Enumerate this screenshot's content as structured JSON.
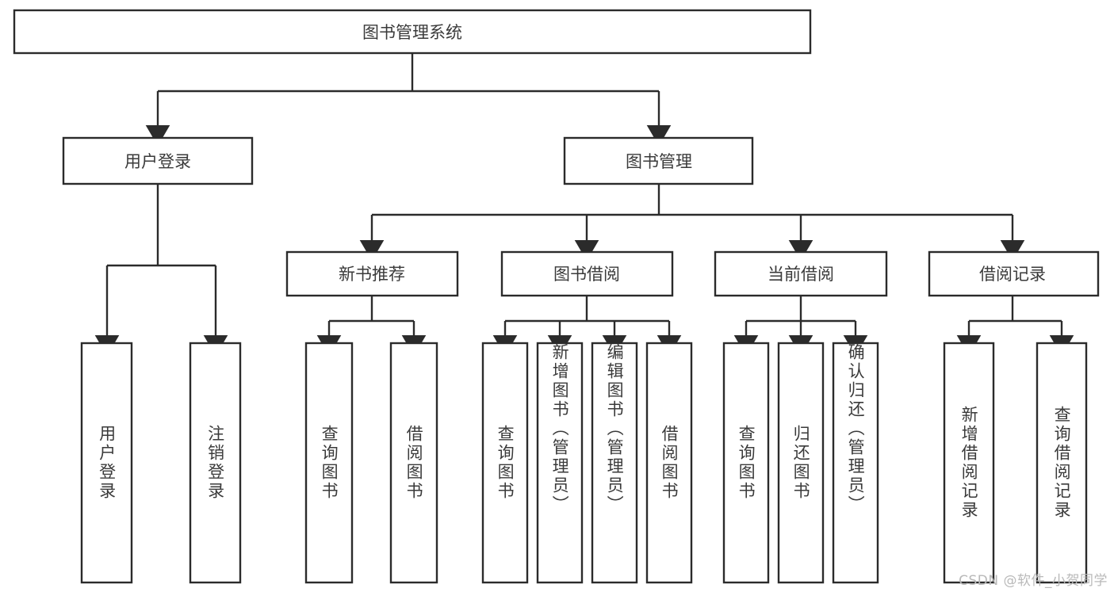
{
  "diagram": {
    "type": "tree-hierarchy",
    "title": "图书管理系统",
    "background_color": "#ffffff",
    "line_color": "#2b2b2b",
    "text_color": "#3a3a3a",
    "root": {
      "label": "图书管理系统"
    },
    "level2": [
      {
        "label": "用户登录"
      },
      {
        "label": "图书管理"
      }
    ],
    "level3": [
      {
        "label": "新书推荐"
      },
      {
        "label": "图书借阅"
      },
      {
        "label": "当前借阅"
      },
      {
        "label": "借阅记录"
      }
    ],
    "leaves": {
      "user_login": [
        {
          "label": "用户登录"
        },
        {
          "label": "注销登录"
        }
      ],
      "new_book_recommend": [
        {
          "label": "查询图书"
        },
        {
          "label": "借阅图书"
        }
      ],
      "book_borrow": [
        {
          "label": "查询图书"
        },
        {
          "label": "新增图书（管理员）"
        },
        {
          "label": "编辑图书（管理员）"
        },
        {
          "label": "借阅图书"
        }
      ],
      "current_borrow": [
        {
          "label": "查询图书"
        },
        {
          "label": "归还图书"
        },
        {
          "label": "确认归还（管理员）"
        }
      ],
      "borrow_records": [
        {
          "label": "新增借阅记录"
        },
        {
          "label": "查询借阅记录"
        }
      ]
    }
  },
  "watermark": {
    "text": "CSDN @软件_小贺同学"
  }
}
